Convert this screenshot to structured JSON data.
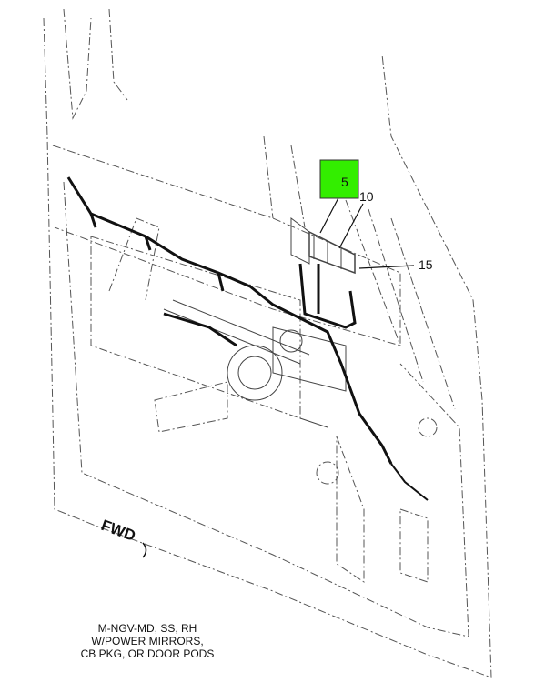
{
  "diagram": {
    "callouts": [
      {
        "label": "5",
        "highlighted": true,
        "highlight_color": "#33ee00"
      },
      {
        "label": "10",
        "highlighted": false
      },
      {
        "label": "15",
        "highlighted": false
      }
    ],
    "direction_label": "FWD",
    "caption": [
      "M-NGV-MD, SS, RH",
      "W/POWER MIRRORS,",
      "CB PKG, OR DOOR PODS"
    ]
  }
}
